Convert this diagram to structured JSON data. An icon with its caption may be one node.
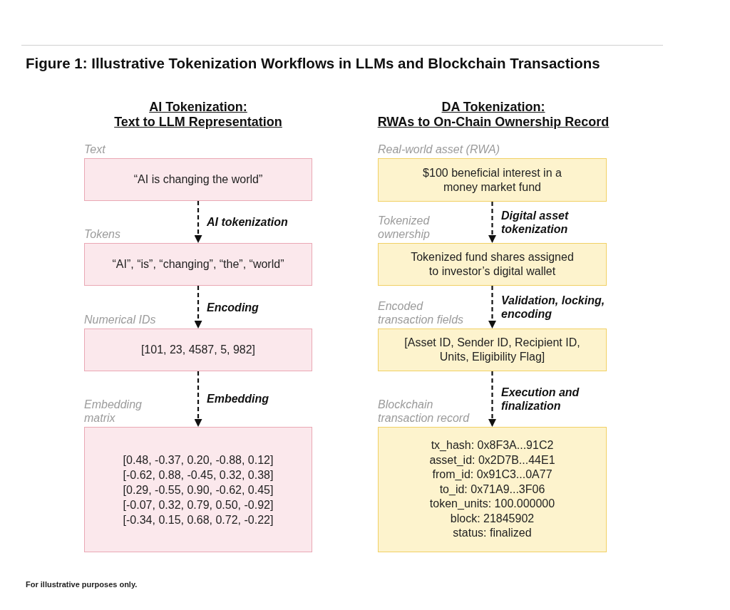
{
  "diagram": {
    "title": "Figure 1: Illustrative Tokenization Workflows in LLMs and Blockchain Transactions",
    "caption": "For illustrative purposes only.",
    "nodes": [
      {
        "text": [
          "Text",
          "“AI is changing the world”"
        ]
      },
      {
        "text": [
          "Tokens",
          "“AI”, “is”, “changing”, “the”, “world”"
        ]
      },
      {
        "text": [
          "Numerical IDs",
          "[101, 23, 4587, 5, 982]"
        ]
      },
      {
        "text": [
          "Embedding matrix",
          "[0.48, -0.37, 0.20, -0.88, 0.12]",
          "[-0.62, 0.88, -0.45, 0.32, 0.38]",
          "[0.29, -0.55, 0.90, -0.62, 0.45]",
          "[-0.07, 0.32, 0.79, 0.50, -0.92]",
          "[-0.34, 0.15, 0.68, 0.72, -0.22]"
        ]
      },
      {
        "text": [
          "Real-world asset (RWA)",
          "$100 beneficial interest in a money market fund"
        ]
      },
      {
        "text": [
          "Tokenized ownership",
          "Tokenized fund shares assigned to investor’s digital wallet"
        ]
      },
      {
        "text": [
          "Encoded transaction fields",
          "[Asset ID, Sender ID, Recipient ID, Units, Eligibility Flag]"
        ]
      },
      {
        "text": [
          "Blockchain transaction record",
          "tx_hash: 0x8F3A...91C2",
          "asset_id: 0x2D7B...44E1",
          "from_id: 0x91C3...0A77",
          "to_id: 0x71A9...3F06",
          "token_units: 100.000000",
          "block: 21845902",
          "status: finalized"
        ]
      }
    ],
    "edges": [
      {
        "from": 0,
        "to": 1,
        "arrow": "to",
        "label": "AI tokenization",
        "style": "dashed"
      },
      {
        "from": 1,
        "to": 2,
        "arrow": "to",
        "label": "Encoding",
        "style": "dashed"
      },
      {
        "from": 2,
        "to": 3,
        "arrow": "to",
        "label": "Embedding",
        "style": "dashed"
      },
      {
        "from": 4,
        "to": 5,
        "arrow": "to",
        "label": "Digital asset tokenization",
        "style": "dashed"
      },
      {
        "from": 5,
        "to": 6,
        "arrow": "to",
        "label": "Validation, locking, encoding",
        "style": "dashed"
      },
      {
        "from": 6,
        "to": 7,
        "arrow": "to",
        "label": "Execution and finalization",
        "style": "dashed"
      }
    ],
    "labels": [
      "AI Tokenization:",
      "Text to LLM Representation",
      "DA Tokenization:",
      "RWAs to On-Chain Ownership Record"
    ]
  }
}
